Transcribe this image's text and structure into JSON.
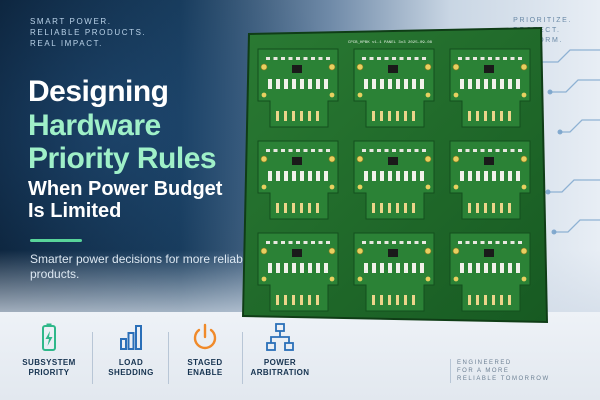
{
  "tagline_left": [
    "SMART POWER.",
    "RELIABLE PRODUCTS.",
    "REAL IMPACT."
  ],
  "tagline_right": [
    "PRIORITIZE.",
    "PROTECT.",
    "PERFORM."
  ],
  "headline": {
    "line1": "Designing",
    "line2": "Hardware",
    "line3": "Priority Rules",
    "line4": "When Power Budget",
    "line5": "Is Limited"
  },
  "subtitle": "Smarter power decisions for more reliable products.",
  "pcb": {
    "silkscreen": "CPCB_HPBK v1.1  PANEL 3x3  2025-09-08",
    "board_color": "#1f6b2a",
    "trace_color": "#2f8a3a"
  },
  "features": [
    {
      "label": "SUBSYSTEM\nPRIORITY",
      "icon": "battery-icon",
      "color": "#2fb88a"
    },
    {
      "label": "LOAD\nSHEDDING",
      "icon": "bar-chart-icon",
      "color": "#2a6fb8"
    },
    {
      "label": "STAGED\nENABLE",
      "icon": "power-icon",
      "color": "#f08a2a"
    },
    {
      "label": "POWER\nARBITRATION",
      "icon": "network-icon",
      "color": "#2a6fb8"
    }
  ],
  "tagline_bottom": [
    "ENGINEERED",
    "FOR A MORE",
    "RELIABLE TOMORROW"
  ],
  "colors": {
    "accent_green": "#9ff0c8",
    "navy": "#0b2138"
  }
}
